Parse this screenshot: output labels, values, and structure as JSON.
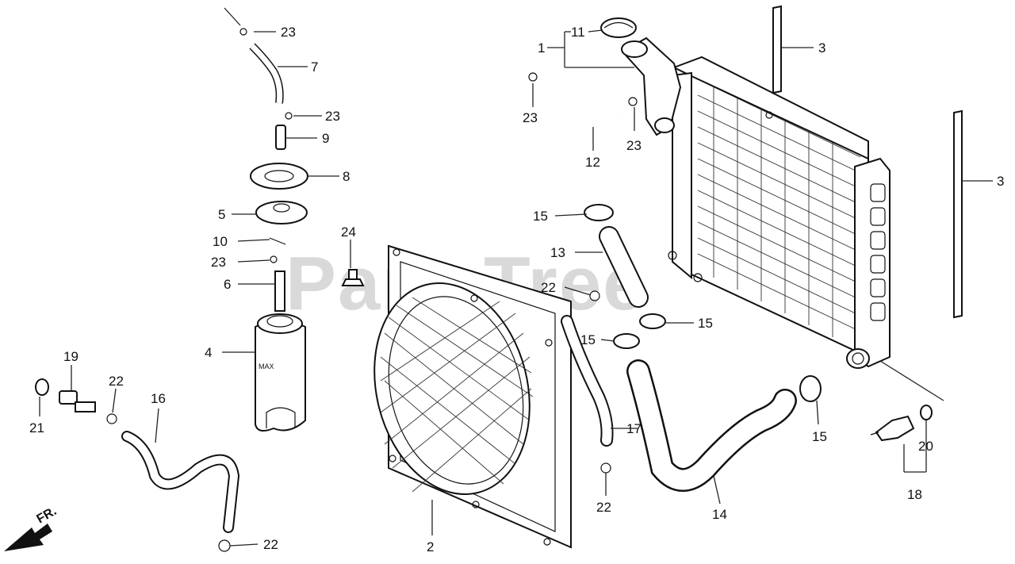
{
  "watermark": "PartsTree",
  "direction_label": "FR.",
  "callouts": {
    "c1": "1",
    "c2": "2",
    "c3a": "3",
    "c3b": "3",
    "c4": "4",
    "c5": "5",
    "c6": "6",
    "c7": "7",
    "c8": "8",
    "c9": "9",
    "c10": "10",
    "c11": "11",
    "c12": "12",
    "c13": "13",
    "c14": "14",
    "c15a": "15",
    "c15b": "15",
    "c15c": "15",
    "c15d": "15",
    "c16": "16",
    "c17": "17",
    "c18": "18",
    "c19": "19",
    "c20": "20",
    "c21": "21",
    "c22a": "22",
    "c22b": "22",
    "c22c": "22",
    "c22d": "22",
    "c23a": "23",
    "c23b": "23",
    "c23c": "23",
    "c23d": "23",
    "c23e": "23",
    "c24": "24"
  },
  "reservoir": {
    "max_mark": "MAX"
  }
}
